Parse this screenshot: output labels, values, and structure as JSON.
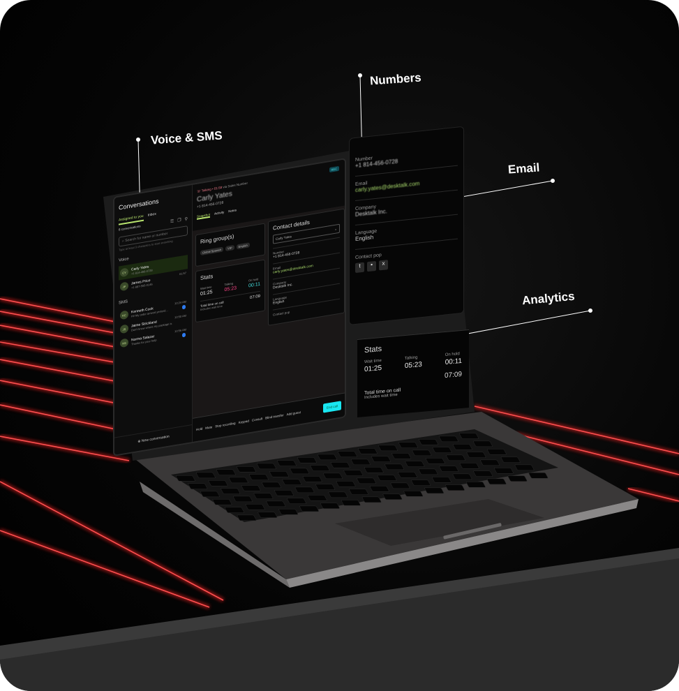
{
  "callouts": {
    "voice_sms": "Voice & SMS",
    "numbers": "Numbers",
    "email": "Email",
    "analytics": "Analytics"
  },
  "colors": {
    "laser": "#ff1a1a",
    "accent": "#b9e56f",
    "end_call": "#19e6f0"
  },
  "sidebar": {
    "title": "Conversations",
    "tabs": [
      "Assigned to you",
      "Inbox"
    ],
    "count": "6 conversations",
    "search_placeholder": "Search for name or number",
    "search_hint": "Type at least 3 characters to start searching",
    "voice_label": "Voice",
    "sms_label": "SMS",
    "new_conversation": "New conversation",
    "voice": [
      {
        "initials": "CY",
        "name": "Carly Yates",
        "sub": "+1 814-456-0728",
        "time": ""
      },
      {
        "initials": "JP",
        "name": "James Price",
        "sub": "+1 887-555-0146",
        "time": "01:57"
      }
    ],
    "sms": [
      {
        "initials": "KC",
        "name": "Kenneth Cook",
        "sub": "Hi! My order arrived yesterd...",
        "time": "10:24 AM"
      },
      {
        "initials": "JS",
        "name": "Jaime Strickland",
        "sub": "Don't know where my package is",
        "time": "10:50 AM"
      },
      {
        "initials": "NS",
        "name": "Norma Salazar",
        "sub": "Thanks for your help",
        "time": "10:56 AM"
      }
    ]
  },
  "call": {
    "status": "Talking • 01:58",
    "via": "via Sales Number",
    "name": "Carly Yates",
    "number": "+1 814-456-0728",
    "rec": "REC",
    "tabs": [
      "Snapshot",
      "Activity",
      "Notes"
    ]
  },
  "ring": {
    "title": "Ring group(s)",
    "chips": [
      "Global Spanish",
      "VIP",
      "English"
    ]
  },
  "stats": {
    "title": "Stats",
    "wait_label": "Wait time",
    "wait": "01:25",
    "talk_label": "Talking",
    "talk": "05:23",
    "hold_label": "On hold",
    "hold": "00:11",
    "total_label": "Total time on call",
    "total_sub": "Includes wait time",
    "total": "07:09"
  },
  "contact": {
    "title": "Contact details",
    "selected": "Carly Yates",
    "number_label": "Number",
    "number": "+1 814-456-0728",
    "email_label": "Email",
    "email": "carly.yates@desktalk.com",
    "company_label": "Company",
    "company": "Desktalk Inc.",
    "language_label": "Language",
    "language": "English",
    "pop_label": "Contact pop"
  },
  "toolbar": [
    "Hold",
    "Mute",
    "Stop recording",
    "Keypad",
    "Consult",
    "Blind transfer",
    "Add guest"
  ],
  "end_call": "End call"
}
